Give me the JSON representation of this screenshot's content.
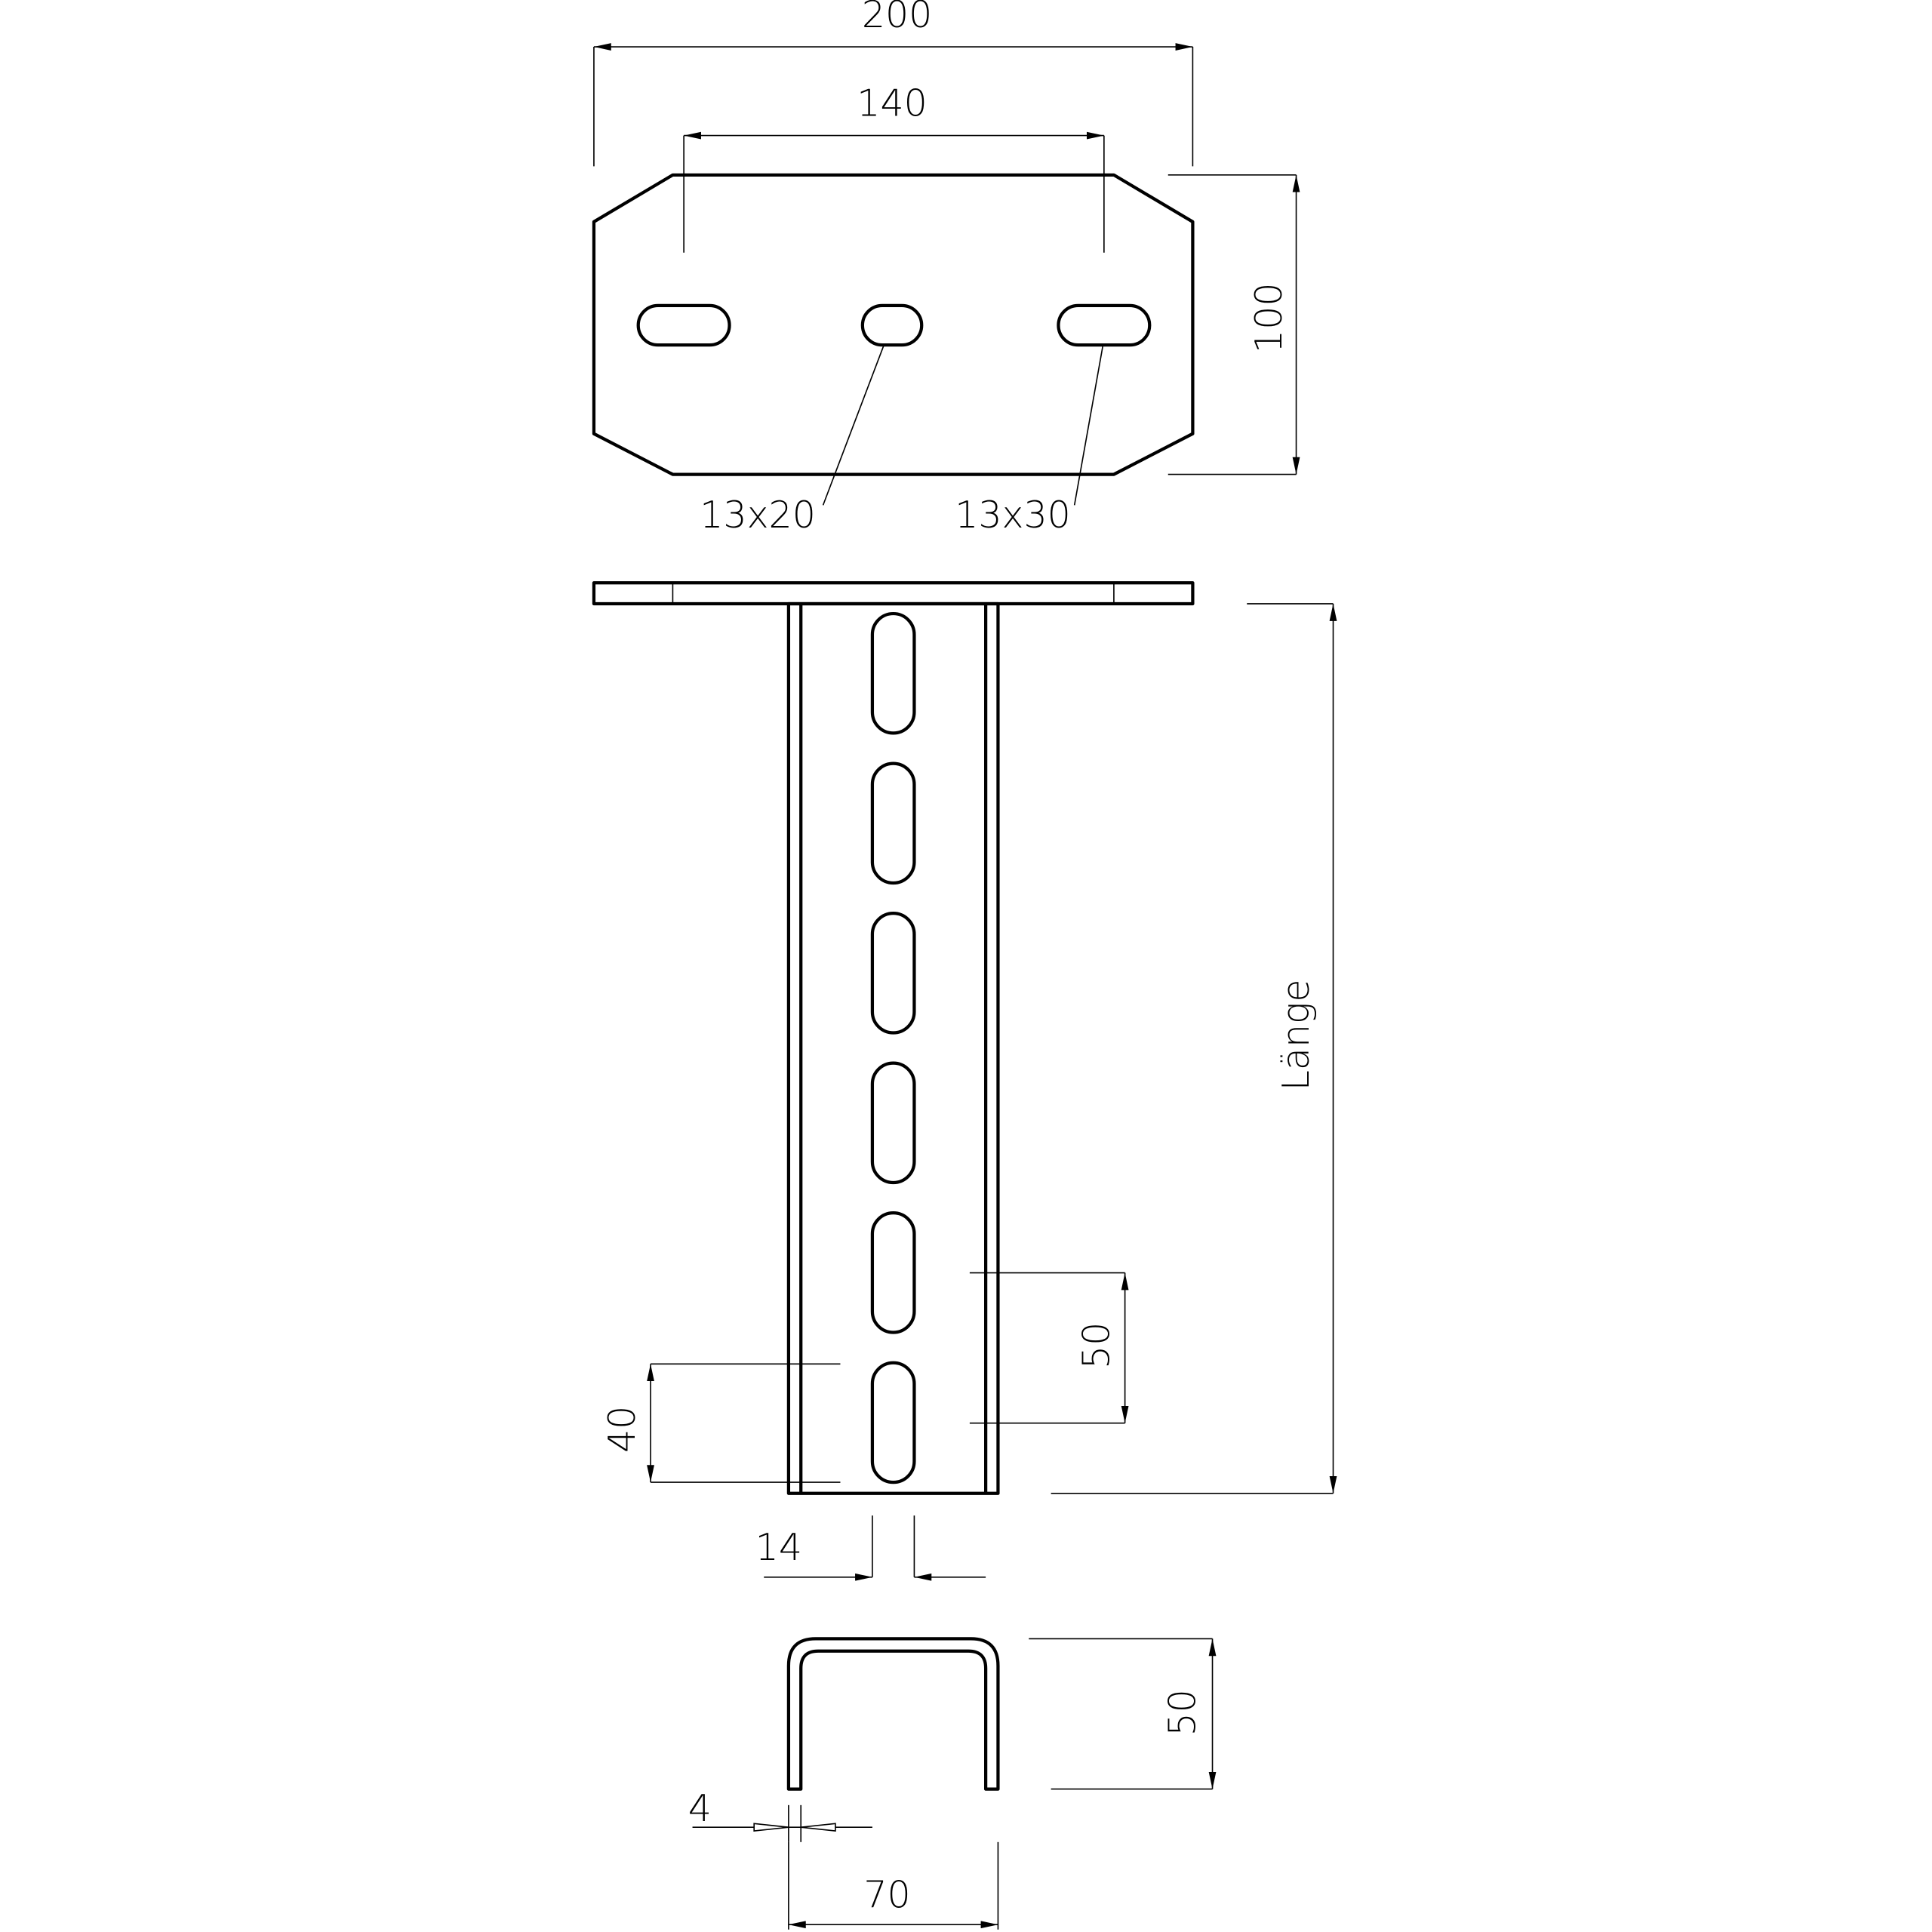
{
  "top_view": {
    "dim_width_total": "200",
    "dim_hole_spacing": "140",
    "dim_height": "100",
    "slot_center_label": "13x20",
    "slot_outer_label": "13x30"
  },
  "side_view": {
    "dim_slot_pitch": "50",
    "dim_slot_length": "40",
    "dim_length": "Länge",
    "dim_slot_width": "14",
    "slot_count": 6
  },
  "section_view": {
    "dim_height": "50",
    "dim_thickness": "4",
    "dim_width": "70"
  },
  "colors": {
    "line": "#000000",
    "background": "#ffffff"
  }
}
